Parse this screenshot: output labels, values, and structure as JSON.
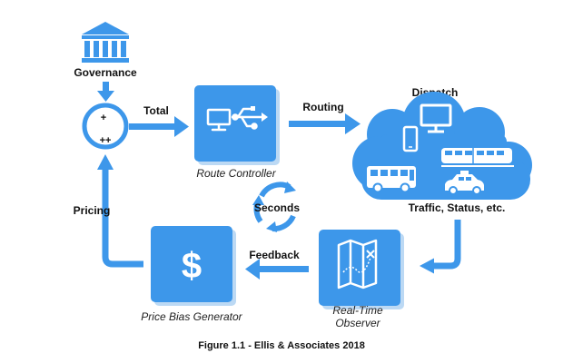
{
  "colors": {
    "primary": "#3d97ea",
    "shadow": "#bcd9f4",
    "white": "#ffffff"
  },
  "labels": {
    "governance": "Governance",
    "total": "Total",
    "routing": "Routing",
    "dispatch": "Dispatch",
    "traffic_status": "Traffic, Status, etc.",
    "seconds": "Seconds",
    "feedback": "Feedback",
    "pricing": "Pricing",
    "route_controller": "Route Controller",
    "price_bias_generator": "Price Bias Generator",
    "real_time_observer_line1": "Real-Time",
    "real_time_observer_line2": "Observer",
    "summing_plus": "+",
    "summing_plusplus": "++",
    "dollar": "$"
  },
  "caption": "Figure 1.1 - Ellis & Associates 2018",
  "icons": {
    "governance": "bank-building-icon",
    "route_controller": "monitor-usb-icon",
    "dispatch": "cloud-vehicles-icon",
    "cycle": "cycle-arrows-icon",
    "observer": "map-icon",
    "price": "dollar-icon"
  }
}
